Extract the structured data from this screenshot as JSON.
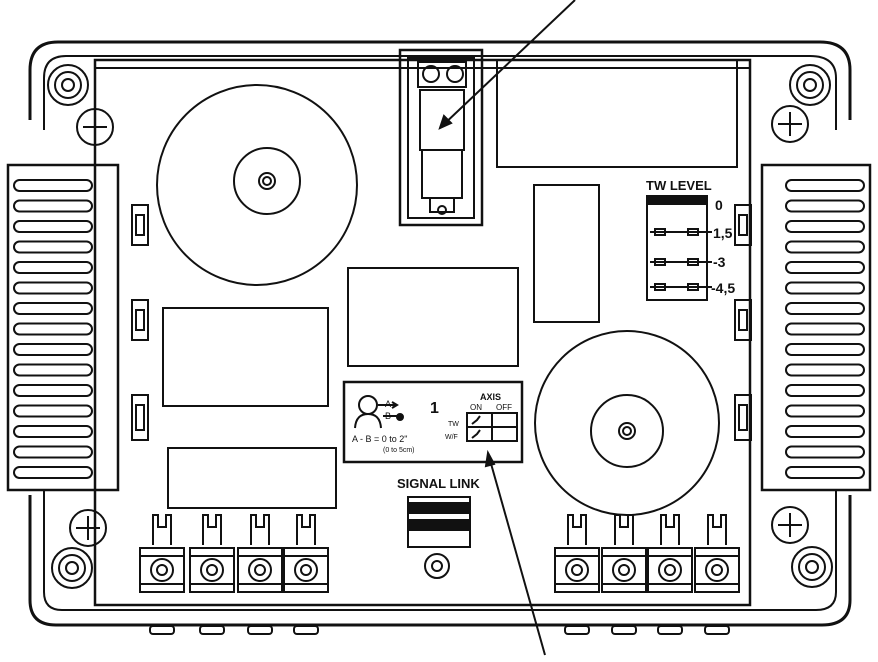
{
  "labels": {
    "tw_level_title": "TW LEVEL",
    "tw_levels": [
      "0",
      "1,5",
      "-3",
      "-4,5"
    ],
    "signal_link": "SIGNAL LINK",
    "settings_number": "1",
    "axis_title": "AXIS",
    "axis_on": "ON",
    "axis_off": "OFF",
    "row_tw": "TW",
    "row_wf": "W/F",
    "legend_a": "A",
    "legend_b": "B",
    "distance_line1": "A - B = 0 to 2\"",
    "distance_line2": "(0 to 5cm)"
  },
  "colors": {
    "line": "#111111",
    "background": "#ffffff"
  }
}
